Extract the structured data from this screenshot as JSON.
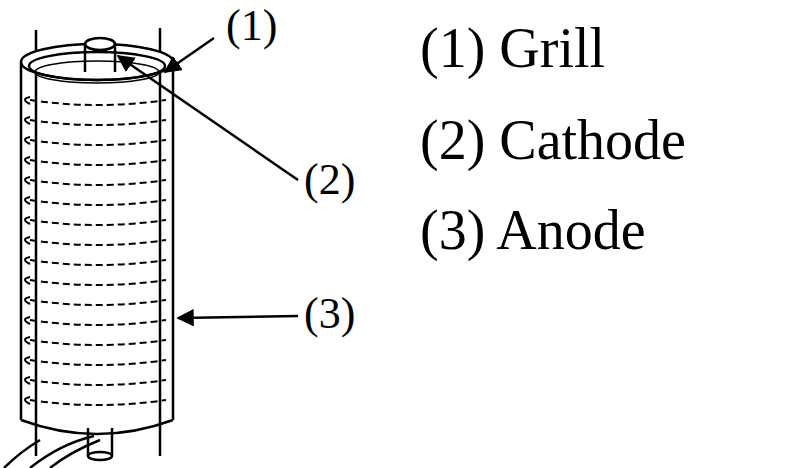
{
  "diagram": {
    "labels": [
      "(1)",
      "(2)",
      "(3)",
      "(1) Grill",
      "(2) Cathode",
      "(3) Anode"
    ]
  }
}
